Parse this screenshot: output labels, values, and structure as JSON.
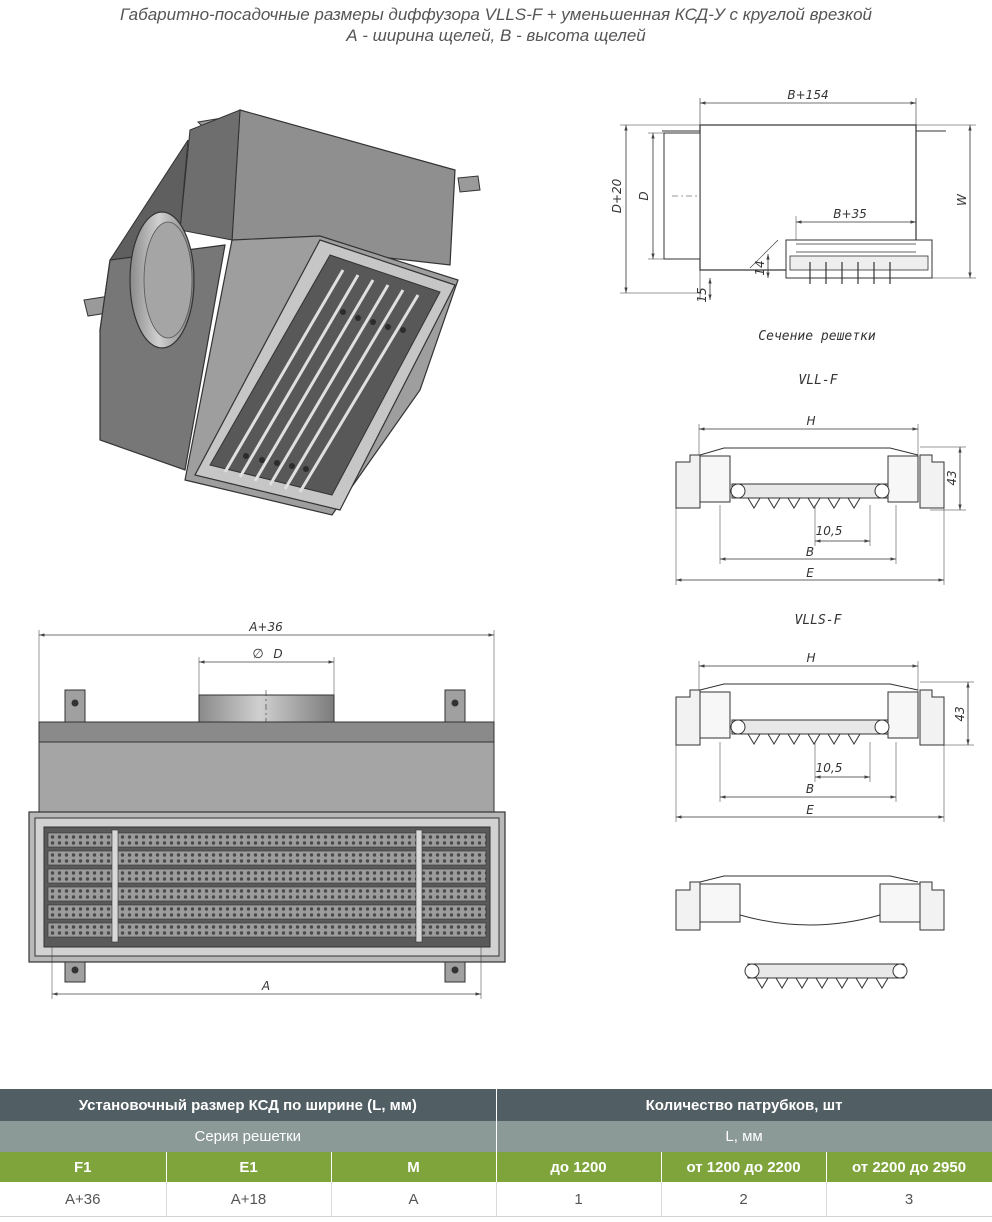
{
  "title": {
    "line1": "Габаритно-посадочные размеры диффузора VLLS-F + уменьшенная КСД-У с круглой врезкой",
    "line2": "А - ширина щелей, В - высота щелей"
  },
  "side_view": {
    "dim_top": "B+154",
    "dim_left_outer": "D+20",
    "dim_left_inner": "D",
    "dim_right": "W",
    "dim_inner": "B+35",
    "dim_14": "14",
    "dim_15": "15",
    "caption": "Сечение решетки"
  },
  "section_vll": {
    "label": "VLL-F",
    "dim_h": "H",
    "dim_43": "43",
    "dim_105": "10,5",
    "dim_b": "B",
    "dim_e": "E"
  },
  "section_vlls": {
    "label": "VLLS-F",
    "dim_h": "H",
    "dim_43": "43",
    "dim_105": "10,5",
    "dim_b": "B",
    "dim_e": "E"
  },
  "front_view": {
    "dim_top": "A+36",
    "dim_diam": "D",
    "dim_bottom": "A"
  },
  "table": {
    "header1": [
      "Установочный размер КСД по ширине (L, мм)",
      "Количество патрубков, шт"
    ],
    "header2": [
      "Серия решетки",
      "L, мм"
    ],
    "header3": [
      "F1",
      "E1",
      "M",
      "до 1200",
      "от 1200 до 2200",
      "от 2200 до 2950"
    ],
    "row": [
      "A+36",
      "A+18",
      "A",
      "1",
      "2",
      "3"
    ]
  },
  "colors": {
    "header_dark": "#515e63",
    "header_mid": "#8b9a96",
    "header_green": "#7ea43b"
  }
}
